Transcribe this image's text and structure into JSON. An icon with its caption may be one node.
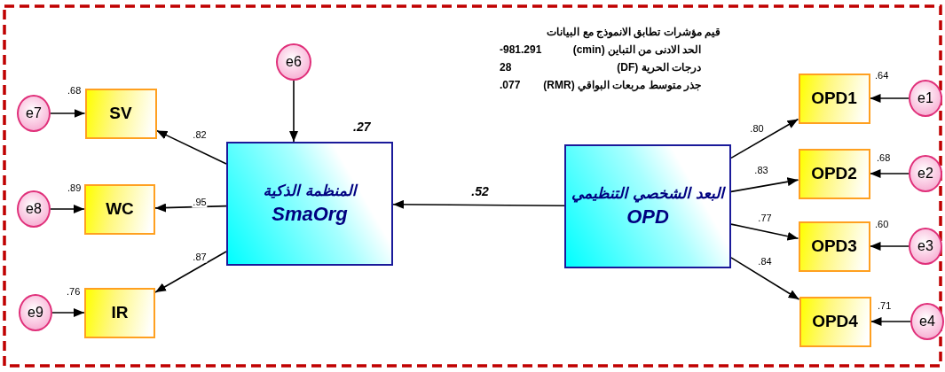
{
  "diagram": {
    "nodes": [
      {
        "text": [
          "المنظمة الذكية",
          "SmaOrg"
        ],
        "beside": [
          ".27"
        ]
      },
      {
        "text": [
          "البعد الشخصي التنظيمي",
          "OPD"
        ]
      },
      {
        "text": [
          "e6"
        ]
      },
      {
        "text": [
          "SV"
        ],
        "beside": [
          ".68"
        ]
      },
      {
        "text": [
          "WC"
        ],
        "beside": [
          ".89"
        ]
      },
      {
        "text": [
          "IR"
        ],
        "beside": [
          ".76"
        ]
      },
      {
        "text": [
          "e7"
        ]
      },
      {
        "text": [
          "e8"
        ]
      },
      {
        "text": [
          "e9"
        ]
      },
      {
        "text": [
          "OPD1"
        ],
        "beside": [
          ".64"
        ]
      },
      {
        "text": [
          "OPD2"
        ],
        "beside": [
          ".68"
        ]
      },
      {
        "text": [
          "OPD3"
        ],
        "beside": [
          ".60"
        ]
      },
      {
        "text": [
          "OPD4"
        ],
        "beside": [
          ".71"
        ]
      },
      {
        "text": [
          "e1"
        ]
      },
      {
        "text": [
          "e2"
        ]
      },
      {
        "text": [
          "e3"
        ]
      },
      {
        "text": [
          "e4"
        ]
      }
    ],
    "edges": [
      {
        "from": 1,
        "to": 0,
        "arrow": "to",
        "label": ".52"
      },
      {
        "from": 2,
        "to": 0,
        "arrow": "to"
      },
      {
        "from": 0,
        "to": 3,
        "arrow": "to",
        "label": ".82"
      },
      {
        "from": 0,
        "to": 4,
        "arrow": "to",
        "label": ".95"
      },
      {
        "from": 0,
        "to": 5,
        "arrow": "to",
        "label": ".87"
      },
      {
        "from": 6,
        "to": 3,
        "arrow": "to"
      },
      {
        "from": 7,
        "to": 4,
        "arrow": "to"
      },
      {
        "from": 8,
        "to": 5,
        "arrow": "to"
      },
      {
        "from": 1,
        "to": 9,
        "arrow": "to",
        "label": ".80"
      },
      {
        "from": 1,
        "to": 10,
        "arrow": "to",
        "label": ".83"
      },
      {
        "from": 1,
        "to": 11,
        "arrow": "to",
        "label": ".77"
      },
      {
        "from": 1,
        "to": 12,
        "arrow": "to",
        "label": ".84"
      },
      {
        "from": 13,
        "to": 9,
        "arrow": "to"
      },
      {
        "from": 14,
        "to": 10,
        "arrow": "to"
      },
      {
        "from": 15,
        "to": 11,
        "arrow": "to"
      },
      {
        "from": 16,
        "to": 12,
        "arrow": "to"
      }
    ],
    "labels": [
      "قيم مؤشرات تطابق الانموذج مع البيانات",
      "-981.291",
      "الحد الادنى من التباين (cmin)",
      "28",
      "درجات الحرية (DF)",
      ".077",
      "جذر متوسط مربعات البواقي (RMR)"
    ]
  }
}
